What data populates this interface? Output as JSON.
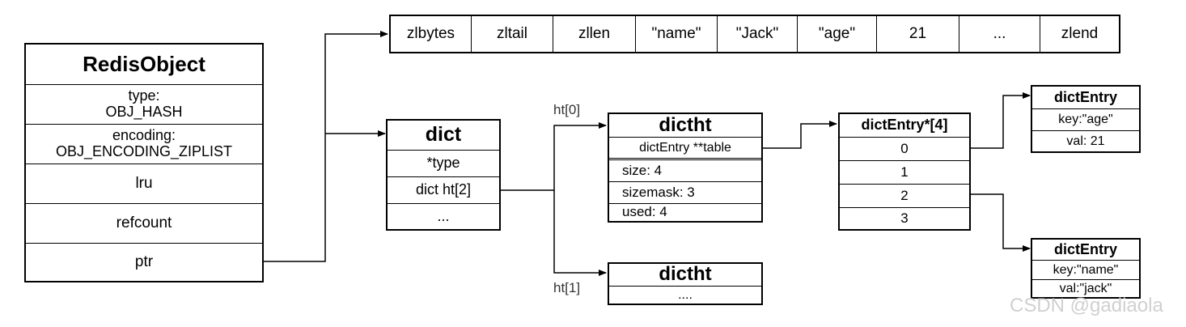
{
  "redis_object": {
    "title": "RedisObject",
    "type": "type:\nOBJ_HASH",
    "encoding": "encoding:\nOBJ_ENCODING_ZIPLIST",
    "lru": "lru",
    "refcount": "refcount",
    "ptr": "ptr"
  },
  "ziplist": [
    "zlbytes",
    "zltail",
    "zllen",
    "\"name\"",
    "\"Jack\"",
    "\"age\"",
    "21",
    "...",
    "zlend"
  ],
  "dict": {
    "title": "dict",
    "type": "*type",
    "ht": "dict ht[2]",
    "more": "..."
  },
  "ht_labels": {
    "ht0": "ht[0]",
    "ht1": "ht[1]"
  },
  "dictht0": {
    "title": "dictht",
    "table": "dictEntry **table",
    "size": "size: 4",
    "sizemask": "sizemask: 3",
    "used": "used: 4"
  },
  "dictht1": {
    "title": "dictht",
    "more": "...."
  },
  "entry_array": {
    "title": "dictEntry*[4]",
    "slots": [
      "0",
      "1",
      "2",
      "3"
    ]
  },
  "entry_age": {
    "title": "dictEntry",
    "key": "key:\"age\"",
    "val": "val: 21"
  },
  "entry_name": {
    "title": "dictEntry",
    "key": "key:\"name\"",
    "val": "val:\"jack\""
  },
  "watermark": "CSDN @gadiaola"
}
